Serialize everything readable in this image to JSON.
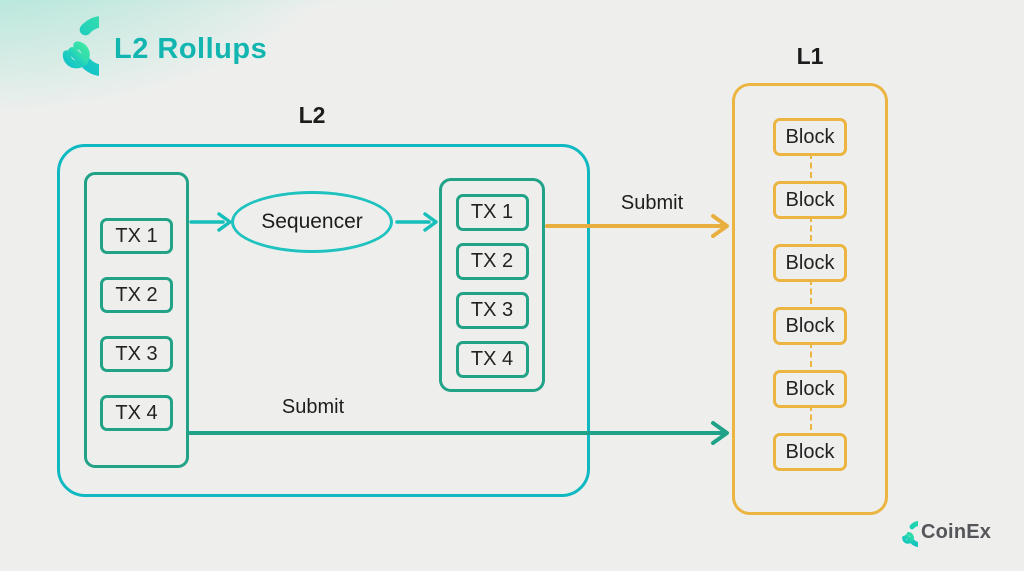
{
  "header": {
    "title": "L2 Rollups"
  },
  "l2": {
    "label": "L2",
    "left_stack": [
      "TX 1",
      "TX 2",
      "TX 3",
      "TX 4"
    ],
    "sequencer_label": "Sequencer",
    "right_stack": [
      "TX 1",
      "TX 2",
      "TX 3",
      "TX 4"
    ]
  },
  "l1": {
    "label": "L1",
    "blocks": [
      "Block",
      "Block",
      "Block",
      "Block",
      "Block",
      "Block"
    ]
  },
  "labels": {
    "submit_top": "Submit",
    "submit_bottom": "Submit"
  },
  "footer": {
    "brand": "CoinEx"
  },
  "colors": {
    "l2_border_cyan": "#10b9c2",
    "inner_stack_green": "#22a287",
    "sequencer_cyan": "#1fc2be",
    "l1_yellow": "#ecb440",
    "submit_arrow_yellow": "#e9af3e",
    "submit_arrow_teal": "#1fa287",
    "title_teal": "#12b5af",
    "brand_gradient_start": "#3fe8a3",
    "brand_gradient_end": "#12c3c9",
    "text_dark": "#222222",
    "background": "#eeefed"
  }
}
